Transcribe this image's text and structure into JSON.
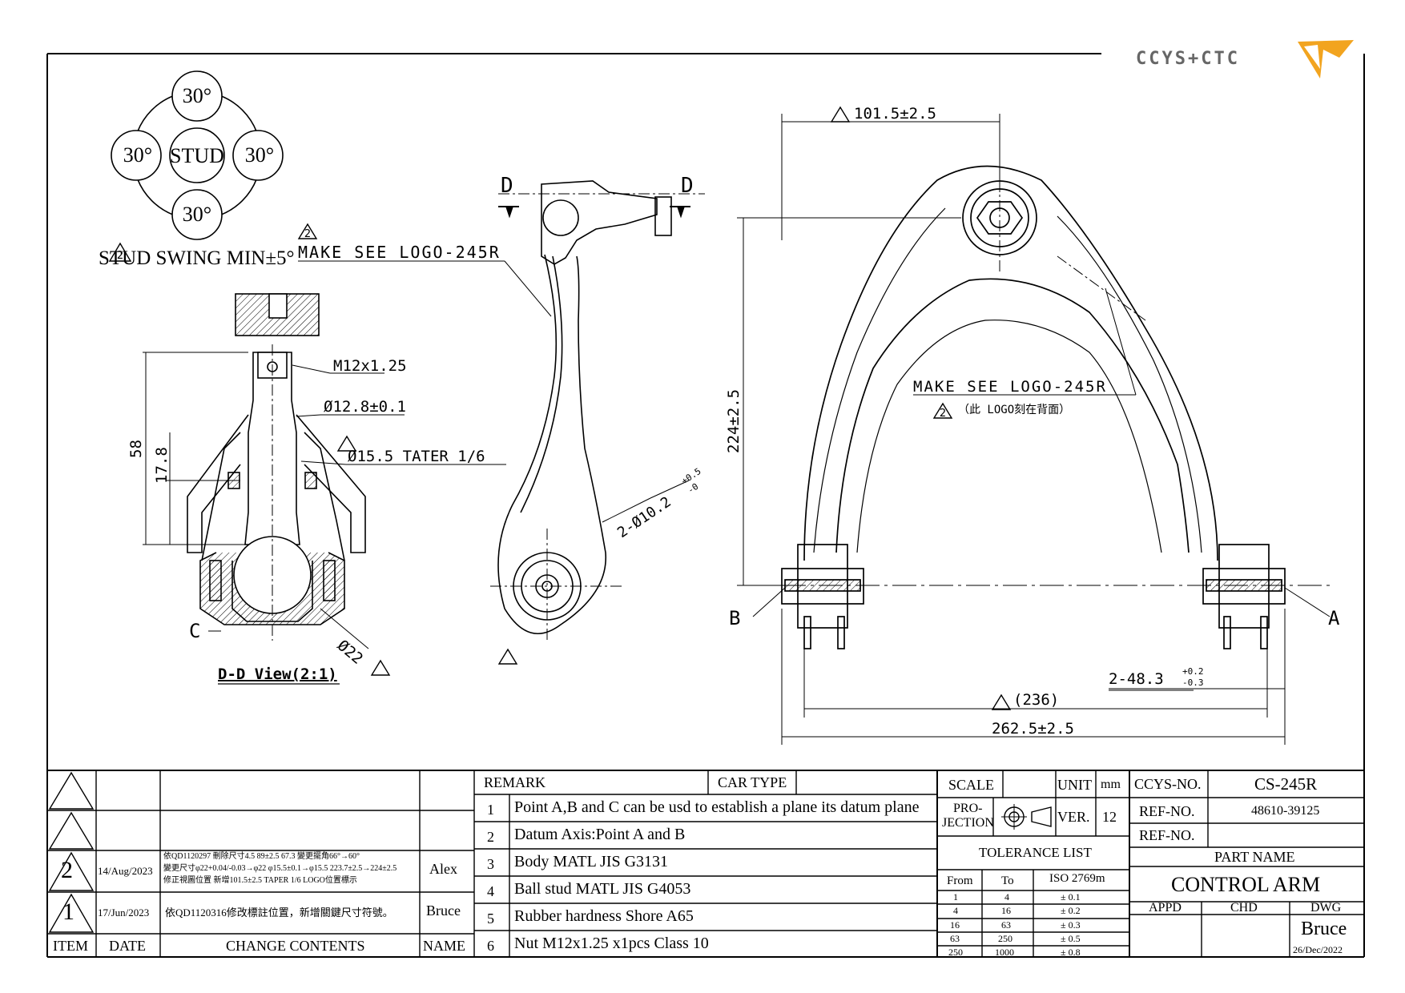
{
  "logo": {
    "text": "CCYS+CTC"
  },
  "stud_diagram": {
    "center": "STUD",
    "angles": [
      "30°",
      "30°",
      "30°",
      "30°"
    ]
  },
  "notes": {
    "rev_marker": "2",
    "stud_swing": "STUD SWING MIN±5°",
    "make_logo_side": "MAKE SEE LOGO-245R",
    "make_logo_main": "MAKE SEE LOGO-245R",
    "logo_cn": "（此 LOGO刻在背面）"
  },
  "dimensions": {
    "m12": "M12x1.25",
    "d128": "Ø12.8±0.1",
    "taper": "Ø15.5 TATER 1/6",
    "d58": "58",
    "d178": "17.8",
    "d22": "Ø22",
    "c_label": "C",
    "dd_view": "D-D View(2:1)",
    "section_d": "D",
    "hole": "2-Ø10.2",
    "hole_tol_plus": "+0.5",
    "hole_tol_minus": "-0",
    "width_top": "101.5±2.5",
    "height": "224±2.5",
    "w236": "(236)",
    "w2625": "262.5±2.5",
    "w483": "2-48.3",
    "w483_plus": "+0.2",
    "w483_minus": "-0.3",
    "point_a": "A",
    "point_b": "B"
  },
  "revisions": {
    "rows": [
      {
        "item": "",
        "date": "",
        "change": "",
        "name": ""
      },
      {
        "item": "",
        "date": "",
        "change": "",
        "name": ""
      },
      {
        "item": "2",
        "date": "14/Aug/2023",
        "change_lines": [
          "依QD1120297 刪除尺寸4.5 89±2.5 67.3 變更擺角66°→60°",
          "變更尺寸φ22+0.04/-0.03→φ22  φ15.5±0.1→φ15.5  223.7±2.5→224±2.5",
          "修正視圖位置 新增101.5±2.5  TAPER 1/6  LOGO位置標示"
        ],
        "name": "Alex"
      },
      {
        "item": "1",
        "date": "17/Jun/2023",
        "change_lines": [
          "依QD1120316修改標註位置，新增關鍵尺寸符號。"
        ],
        "name": "Bruce"
      }
    ],
    "headers": {
      "item": "ITEM",
      "date": "DATE",
      "change": "CHANGE CONTENTS",
      "name": "NAME"
    }
  },
  "remarks": {
    "header_remark": "REMARK",
    "header_car": "CAR TYPE",
    "items": [
      {
        "no": "1",
        "text": "Point A,B and C can be usd to establish a plane its datum plane"
      },
      {
        "no": "2",
        "text": "Datum Axis:Point A and B"
      },
      {
        "no": "3",
        "text": "Body MATL JIS G3131"
      },
      {
        "no": "4",
        "text": "Ball stud MATL JIS G4053"
      },
      {
        "no": "5",
        "text": "Rubber hardness Shore A65"
      },
      {
        "no": "6",
        "text": "Nut M12x1.25 x1pcs Class 10"
      }
    ]
  },
  "title_block": {
    "scale_label": "SCALE",
    "unit_label": "UNIT",
    "unit_value": "mm",
    "projection_label_1": "PRO-",
    "projection_label_2": "JECTION",
    "ver_label": "VER.",
    "ver_value": "12",
    "tolerance_title": "TOLERANCE LIST",
    "tol_from": "From",
    "tol_to": "To",
    "tol_std": "ISO 2769m",
    "tolerances": [
      {
        "from": "1",
        "to": "4",
        "tol": "± 0.1"
      },
      {
        "from": "4",
        "to": "16",
        "tol": "± 0.2"
      },
      {
        "from": "16",
        "to": "63",
        "tol": "± 0.3"
      },
      {
        "from": "63",
        "to": "250",
        "tol": "± 0.5"
      },
      {
        "from": "250",
        "to": "1000",
        "tol": "± 0.8"
      }
    ],
    "ccys_label": "CCYS-NO.",
    "ccys_value": "CS-245R",
    "ref1_label": "REF-NO.",
    "ref1_value": "48610-39125",
    "ref2_label": "REF-NO.",
    "ref2_value": "",
    "part_name_label": "PART NAME",
    "part_name": "CONTROL ARM",
    "appd": "APPD",
    "chd": "CHD",
    "dwg": "DWG",
    "drawer": "Bruce",
    "date": "26/Dec/2022"
  }
}
